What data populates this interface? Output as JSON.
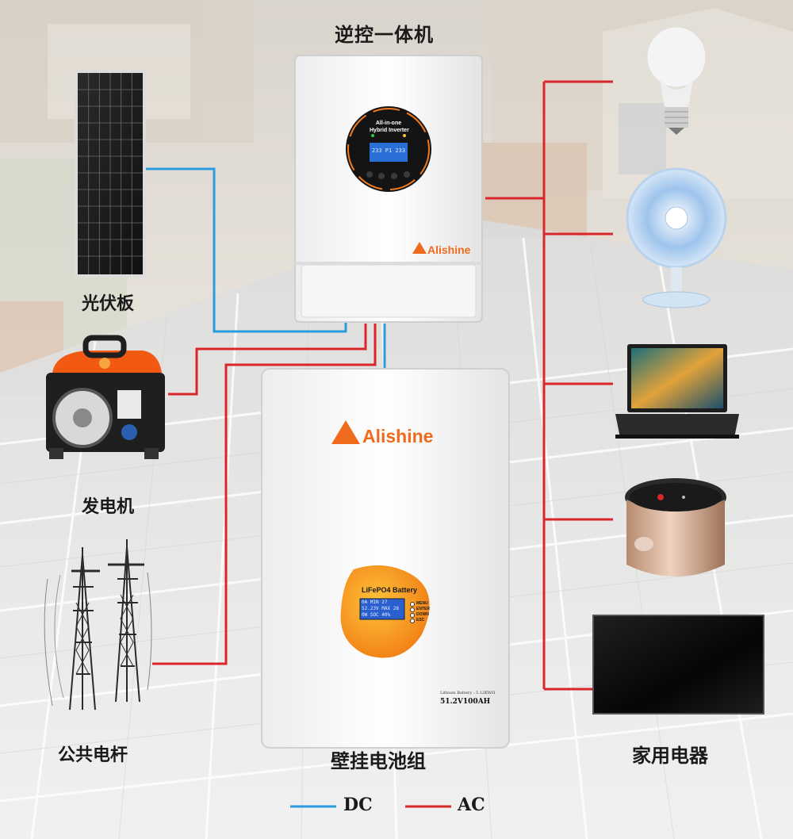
{
  "labels": {
    "inverter_title": "逆控一体机",
    "solar_panel": "光伏板",
    "generator": "发电机",
    "utility_pole": "公共电杆",
    "battery": "壁挂电池组",
    "appliances": "家用电器"
  },
  "inverter": {
    "brand": "Alishine",
    "display_title_line1": "All-in-one",
    "display_title_line2": "Hybrid Inverter",
    "lcd_text": "233 P1 233"
  },
  "battery": {
    "brand": "Alishine",
    "panel_title": "LiFePO4 Battery",
    "lcd_lines": [
      "0A MIN 27",
      "52.23V MAX 28",
      "0W SOC 40%"
    ],
    "buttons": [
      "MENU",
      "ENTER",
      "DOWN",
      "ESC"
    ],
    "spec_label": "Lithium Battery : 5.12KWH",
    "model": "51.2V100AH"
  },
  "legend": {
    "dc_label": "DC",
    "ac_label": "AC",
    "dc_color": "#2b9be0",
    "ac_color": "#d9262b"
  },
  "colors": {
    "brand_orange": "#f06a1d"
  },
  "icons": [
    "bulb-icon",
    "fan-icon",
    "laptop-icon",
    "rice-cooker-icon",
    "tv-icon"
  ]
}
